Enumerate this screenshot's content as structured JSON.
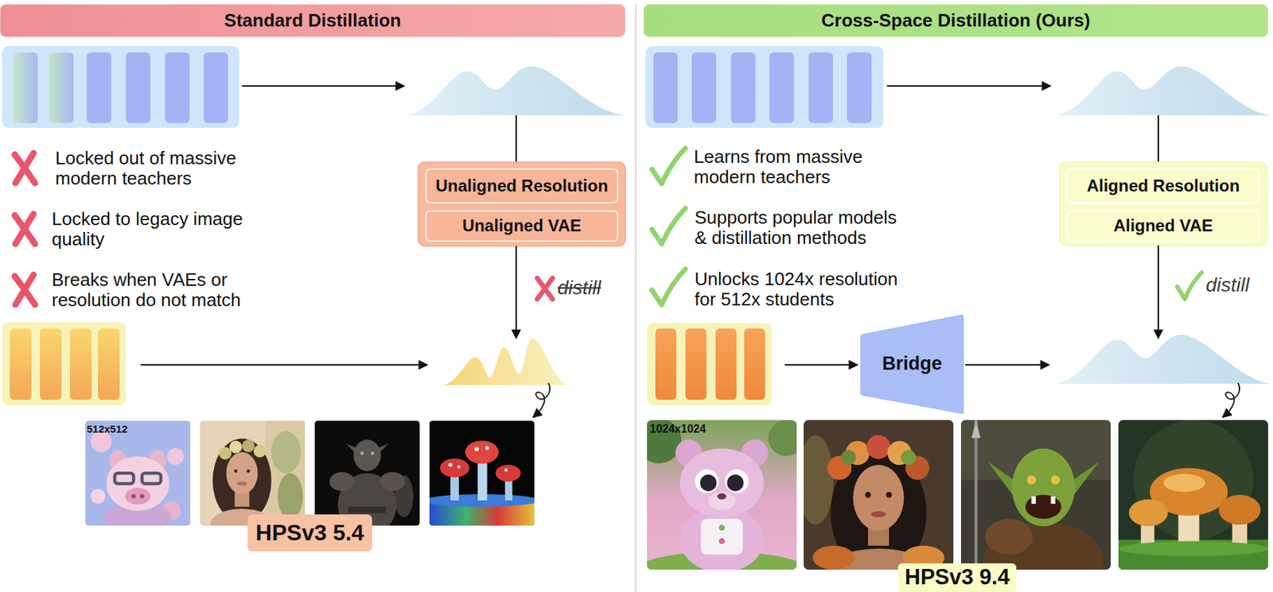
{
  "diagram": {
    "nodes": [
      {
        "text": [
          "Standard Distillation"
        ]
      },
      {
        "text": [
          "Cross-Space Distillation (Ours)"
        ]
      },
      {
        "text": [
          "Unaligned Resolution"
        ]
      },
      {
        "text": [
          "Unaligned VAE"
        ]
      },
      {
        "text": [
          "Aligned Resolution"
        ]
      },
      {
        "text": [
          "Aligned VAE"
        ]
      },
      {
        "text": [
          "Bridge"
        ]
      },
      {
        "text": [
          "HPSv3 5.4"
        ]
      },
      {
        "text": [
          "HPSv3 9.4"
        ]
      }
    ],
    "labels": [
      "Locked out of massive modern teachers",
      "Locked to legacy image quality",
      "Breaks when VAEs or resolution do not match",
      "Learns from massive modern teachers",
      "Supports popular models & distillation methods",
      "Unlocks 1024x resolution for 512x students",
      "distill",
      "distill",
      "512x512",
      "1024x1024"
    ]
  }
}
